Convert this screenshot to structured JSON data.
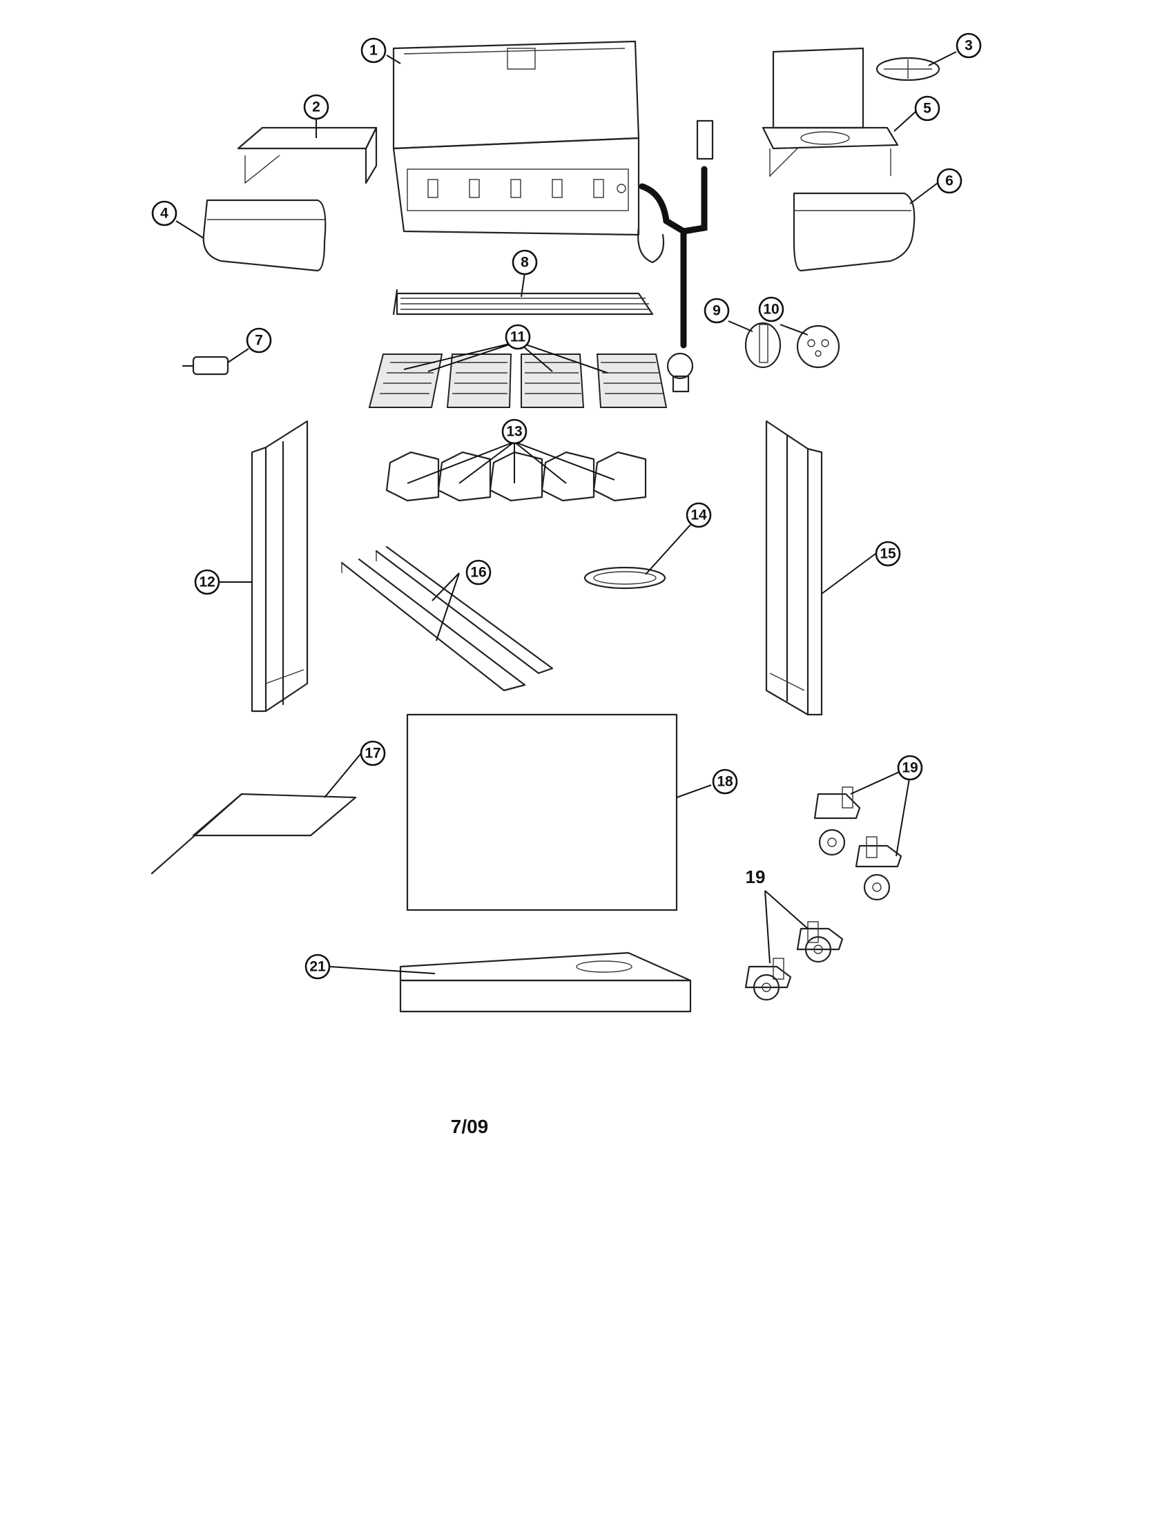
{
  "callouts": {
    "c1": "1",
    "c2": "2",
    "c3": "3",
    "c4": "4",
    "c5": "5",
    "c6": "6",
    "c7": "7",
    "c8": "8",
    "c9": "9",
    "c10": "10",
    "c11": "11",
    "c12": "12",
    "c13": "13",
    "c14": "14",
    "c15": "15",
    "c16": "16",
    "c17": "17",
    "c18": "18",
    "c19": "19",
    "c21": "21"
  },
  "plain_labels": {
    "c19_plain": "19"
  },
  "footer": {
    "date_code": "7/09"
  }
}
